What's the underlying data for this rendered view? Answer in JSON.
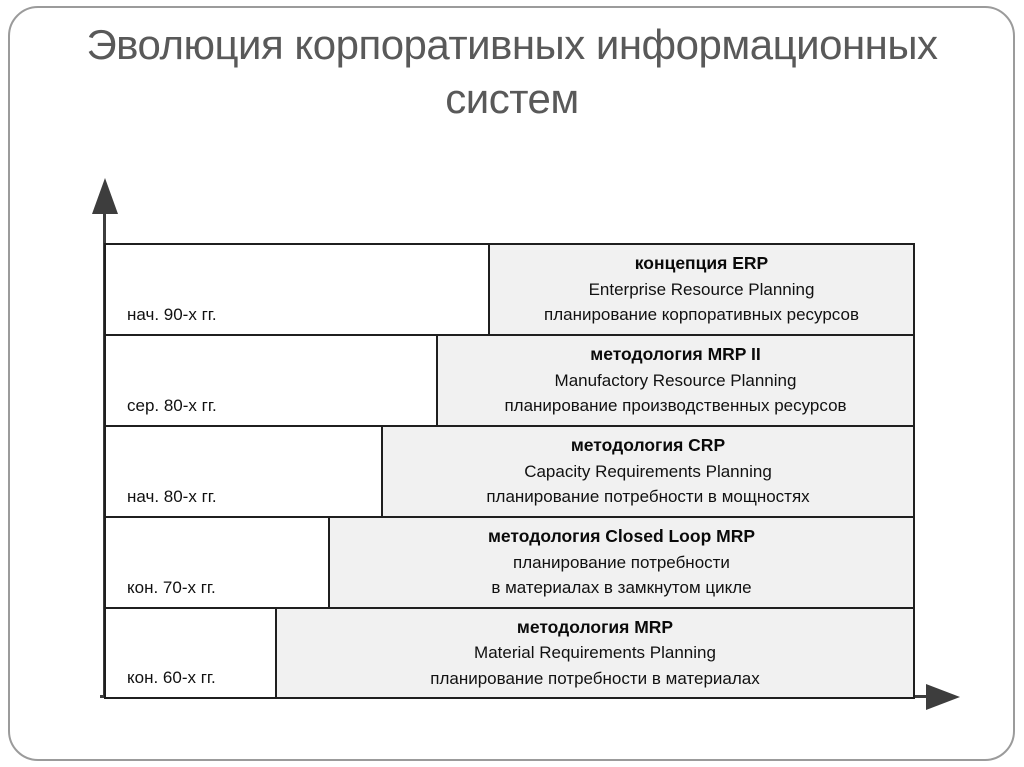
{
  "slide": {
    "title": "Эволюция корпоративных информационных систем"
  },
  "diagram": {
    "rows": [
      {
        "period": "нач. 90-х гг.",
        "name": "концепция ERP",
        "line2": "Enterprise Resource Planning",
        "line3": "планирование корпоративных ресурсов"
      },
      {
        "period": "сер. 80-х гг.",
        "name": "методология MRP II",
        "line2": "Manufactory Resource Planning",
        "line3": "планирование производственных ресурсов"
      },
      {
        "period": "нач. 80-х гг.",
        "name": "методология CRP",
        "line2": "Capacity Requirements Planning",
        "line3": "планирование потребности в мощностях"
      },
      {
        "period": "кон. 70-х гг.",
        "name": "методология Closed Loop MRP",
        "line2": "планирование потребности",
        "line3": "в материалах в замкнутом цикле"
      },
      {
        "period": "кон. 60-х гг.",
        "name": "методология MRP",
        "line2": "Material Requirements Planning",
        "line3": "планирование потребности в материалах"
      }
    ]
  },
  "colors": {
    "box_fill": "#f1f1f1",
    "box_border": "#1f1f1f",
    "axis": "#3d3d3d",
    "title_text": "#595959",
    "frame_border": "#9b9b9b"
  }
}
